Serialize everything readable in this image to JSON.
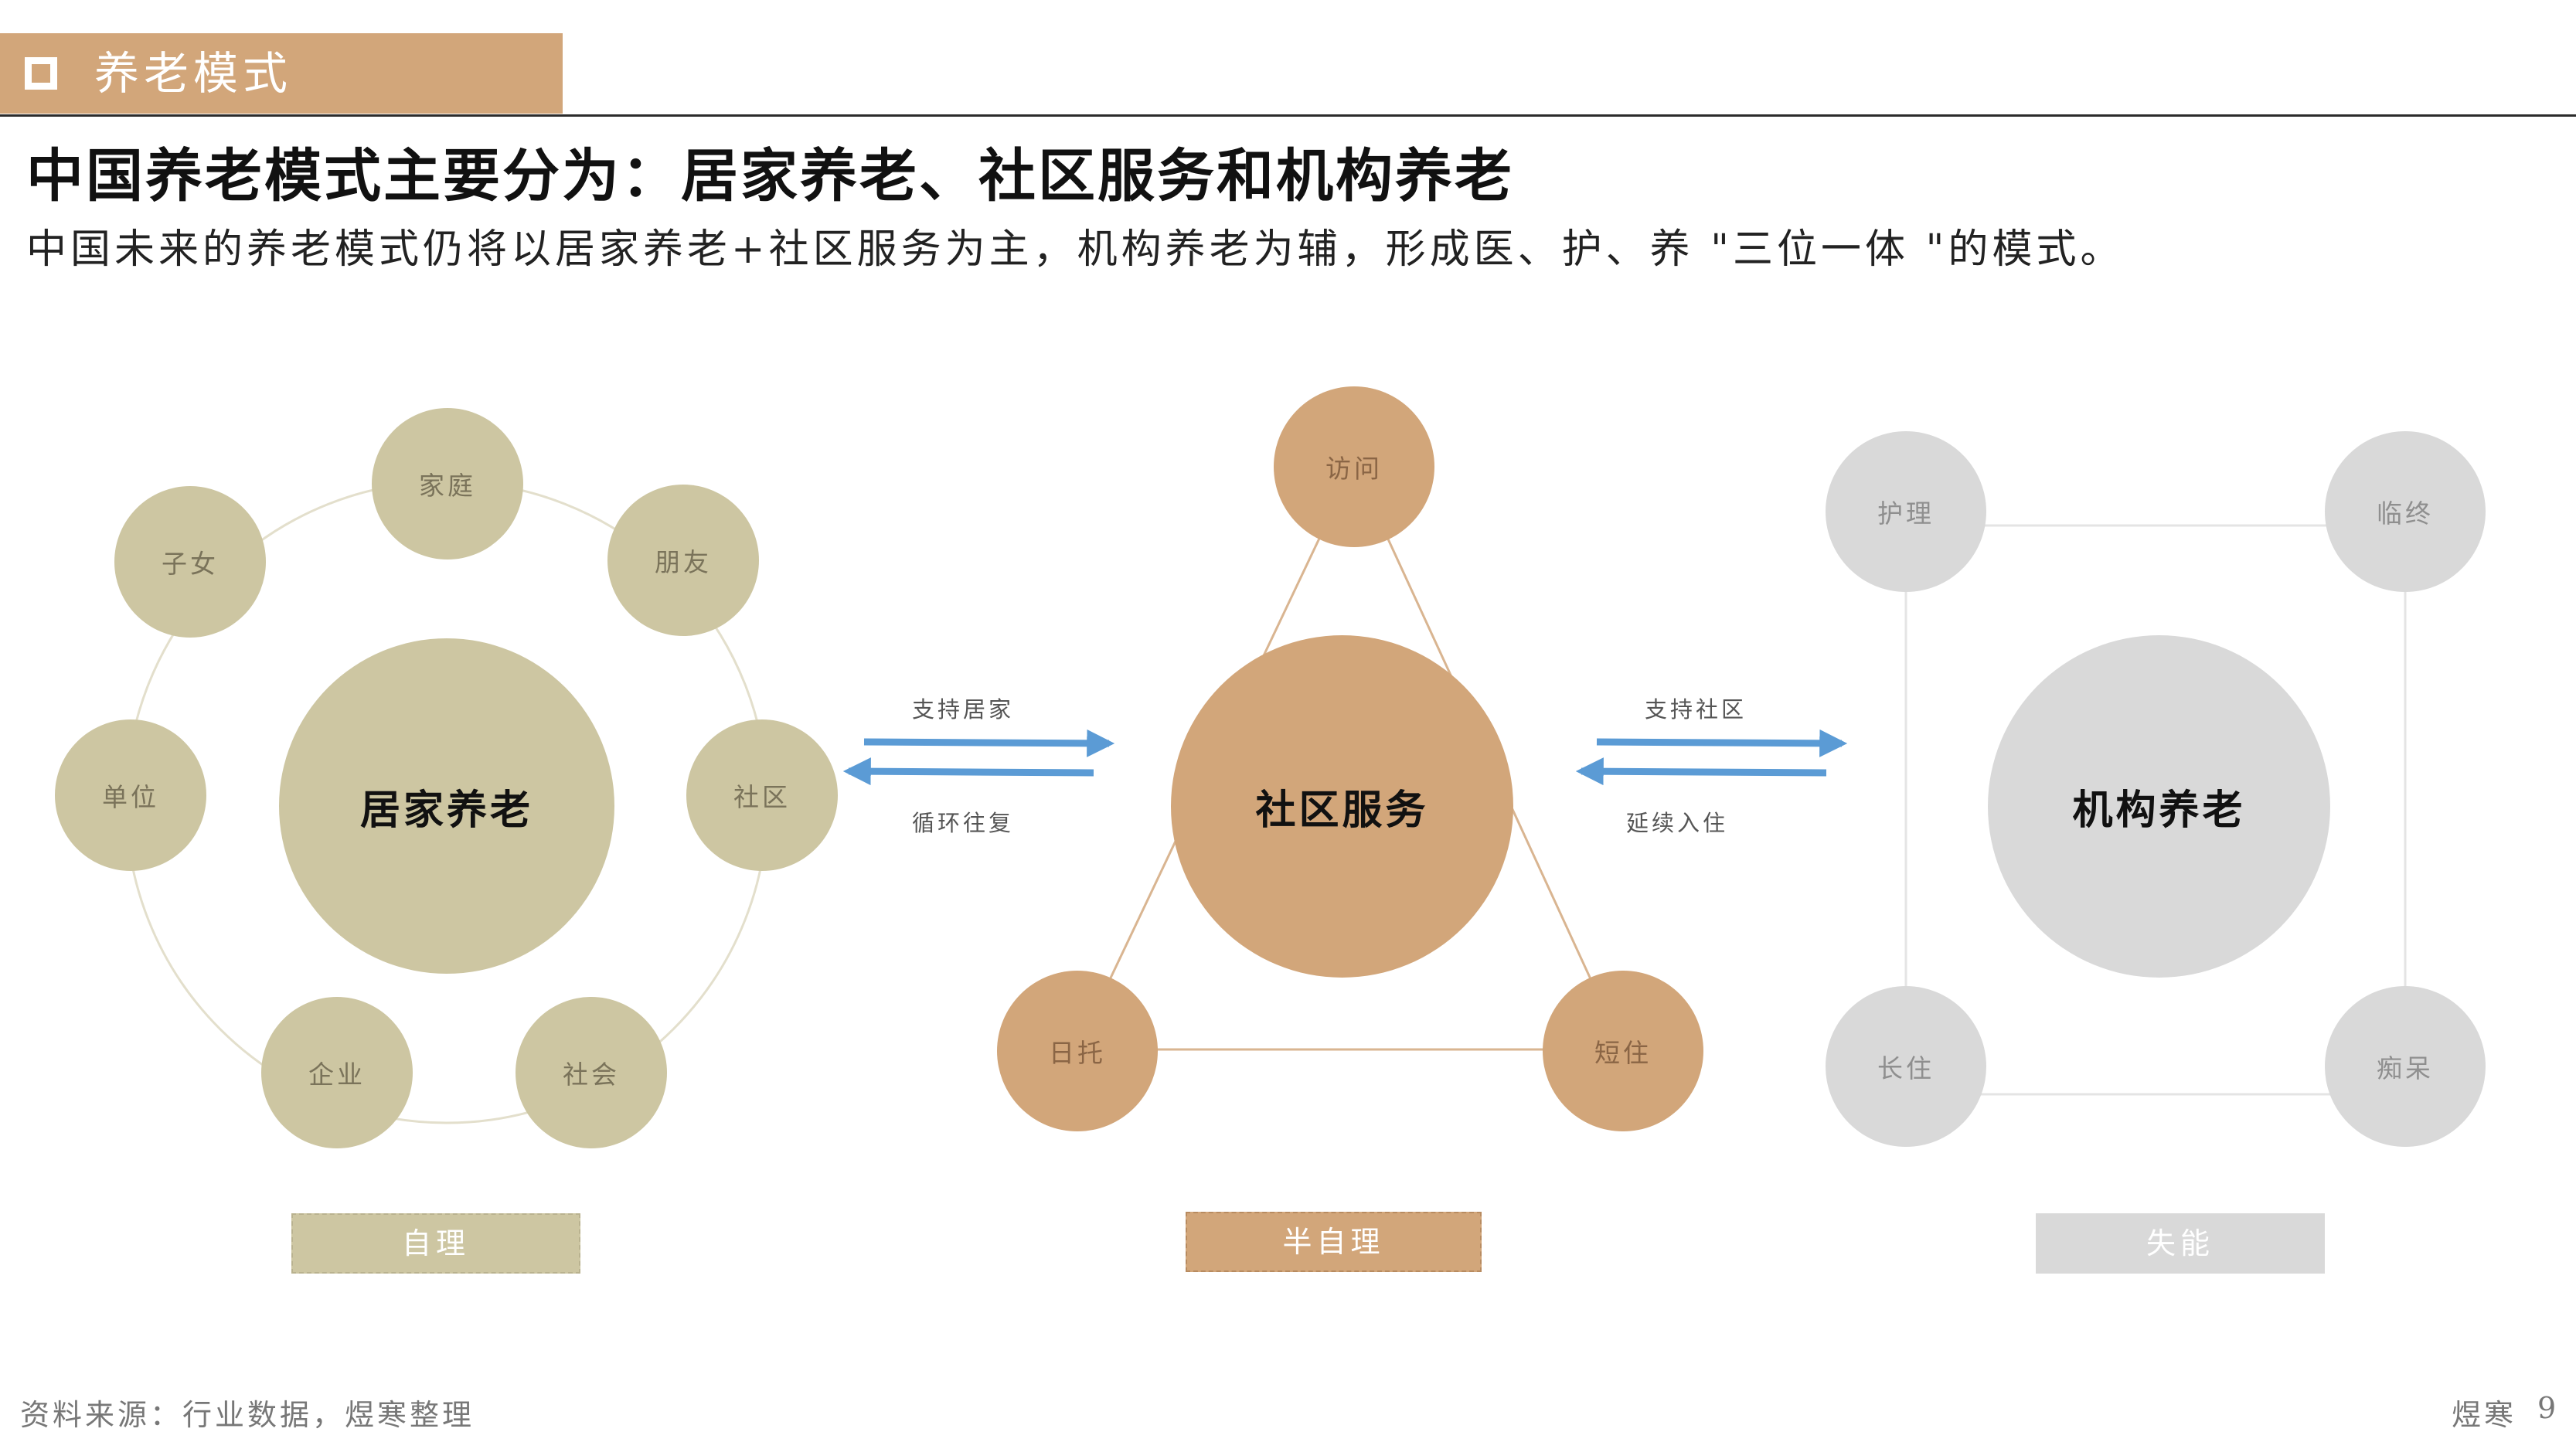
{
  "section": {
    "title": "养老模式"
  },
  "headline": "中国养老模式主要分为：居家养老、社区服务和机构养老",
  "subheadline": "中国未来的养老模式仍将以居家养老+社区服务为主，机构养老为辅，形成医、护、养 \"三位一体 \"的模式。",
  "home_care": {
    "center": "居家养老",
    "satellites": [
      "家庭",
      "朋友",
      "社区",
      "社会",
      "企业",
      "单位",
      "子女"
    ],
    "level": "自理"
  },
  "community_service": {
    "center": "社区服务",
    "satellites": [
      "访问",
      "日托",
      "短住"
    ],
    "level": "半自理"
  },
  "institutional_care": {
    "center": "机构养老",
    "satellites": [
      "护理",
      "临终",
      "长住",
      "痴呆"
    ],
    "level": "失能"
  },
  "arrows": {
    "left_forward": "支持居家",
    "left_back": "循环往复",
    "right_forward": "支持社区",
    "right_back": "延续入住"
  },
  "colors": {
    "home": "#cdc6a2",
    "community": "#d2a67a",
    "institution": "#d9d9d9",
    "arrow": "#5b9bd5"
  },
  "footer": {
    "source": "资料来源：行业数据，煜寒整理",
    "brand": "煜寒",
    "page": "9"
  }
}
